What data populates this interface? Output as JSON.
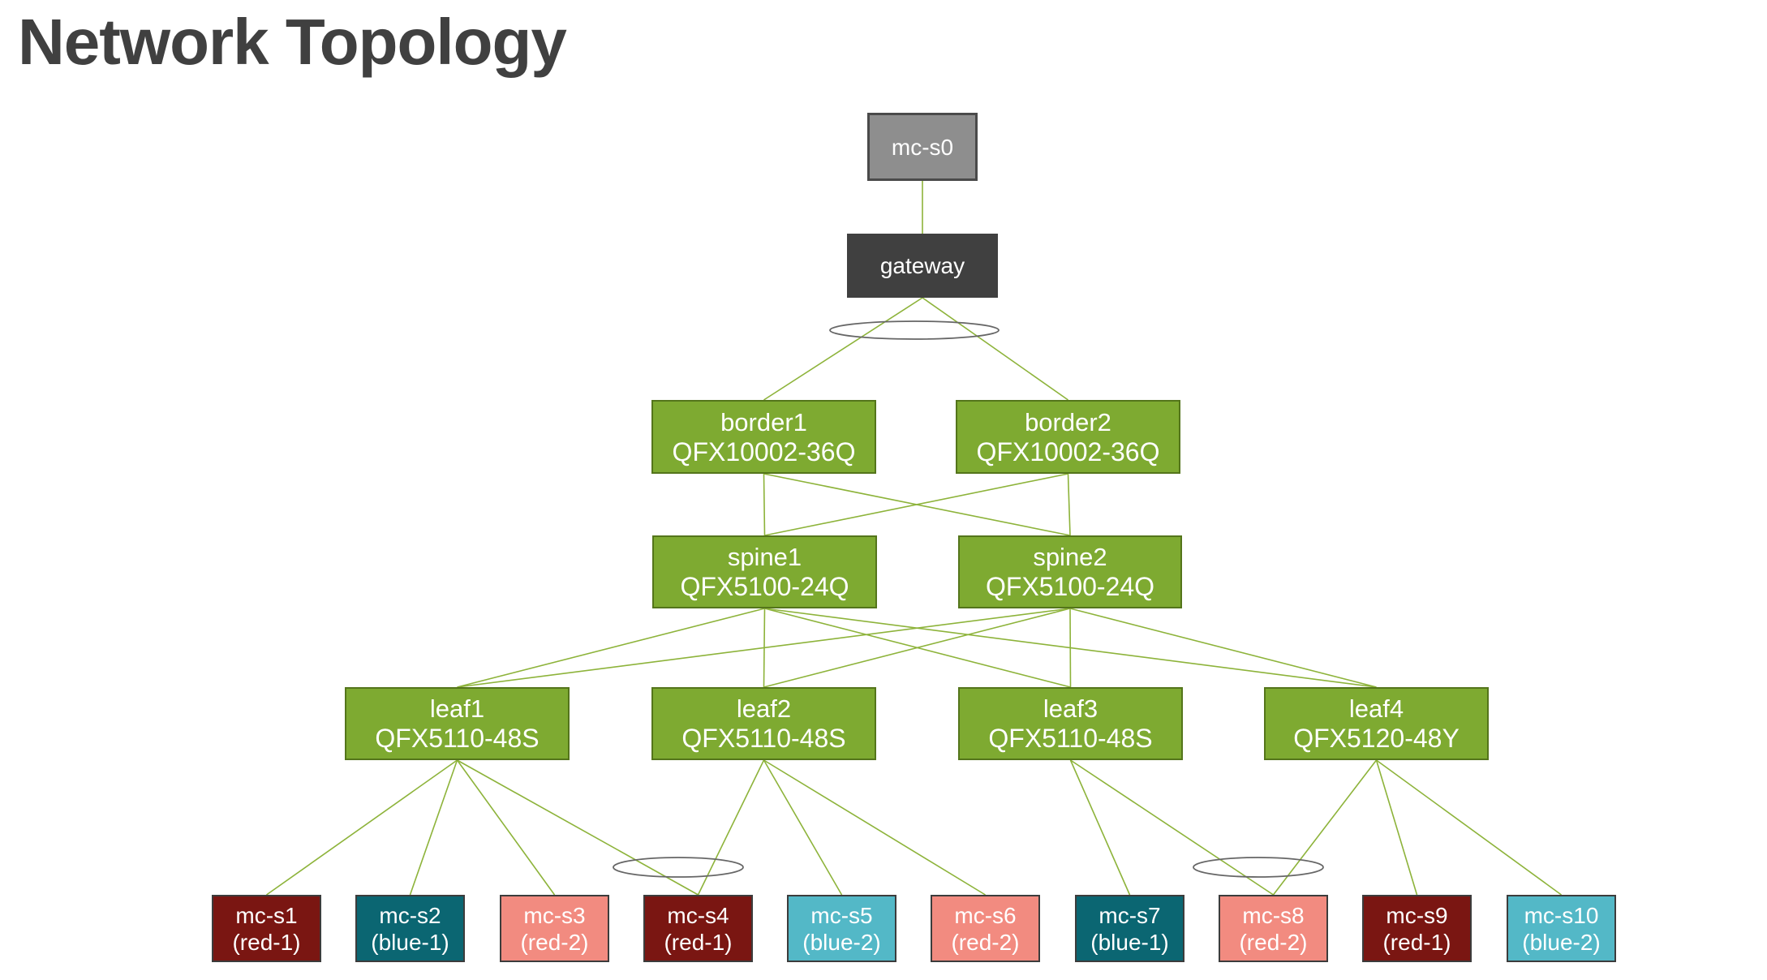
{
  "title": "Network Topology",
  "colors": {
    "link": "#8db33a",
    "lag_ring": "#666666",
    "switch_fill": "#7eaa31",
    "switch_border": "#54751b",
    "host_fill": "#8e8e8e",
    "gateway_fill": "#404040",
    "red-1": "#7a1612",
    "red-2": "#f28b80",
    "blue-1": "#0b6672",
    "blue-2": "#53b8c7"
  },
  "nodes": {
    "mc-s0": {
      "lines": [
        "mc-s0"
      ],
      "kind": "host"
    },
    "gateway": {
      "lines": [
        "gateway"
      ],
      "kind": "gateway"
    },
    "border1": {
      "lines": [
        "border1",
        "QFX10002-36Q"
      ],
      "kind": "switch"
    },
    "border2": {
      "lines": [
        "border2",
        "QFX10002-36Q"
      ],
      "kind": "switch"
    },
    "spine1": {
      "lines": [
        "spine1",
        "QFX5100-24Q"
      ],
      "kind": "switch"
    },
    "spine2": {
      "lines": [
        "spine2",
        "QFX5100-24Q"
      ],
      "kind": "switch"
    },
    "leaf1": {
      "lines": [
        "leaf1",
        "QFX5110-48S"
      ],
      "kind": "switch"
    },
    "leaf2": {
      "lines": [
        "leaf2",
        "QFX5110-48S"
      ],
      "kind": "switch"
    },
    "leaf3": {
      "lines": [
        "leaf3",
        "QFX5110-48S"
      ],
      "kind": "switch"
    },
    "leaf4": {
      "lines": [
        "leaf4",
        "QFX5120-48Y"
      ],
      "kind": "switch"
    },
    "mc-s1": {
      "lines": [
        "mc-s1",
        "(red-1)"
      ],
      "kind": "server",
      "group": "red-1"
    },
    "mc-s2": {
      "lines": [
        "mc-s2",
        "(blue-1)"
      ],
      "kind": "server",
      "group": "blue-1"
    },
    "mc-s3": {
      "lines": [
        "mc-s3",
        "(red-2)"
      ],
      "kind": "server",
      "group": "red-2"
    },
    "mc-s4": {
      "lines": [
        "mc-s4",
        "(red-1)"
      ],
      "kind": "server",
      "group": "red-1"
    },
    "mc-s5": {
      "lines": [
        "mc-s5",
        "(blue-2)"
      ],
      "kind": "server",
      "group": "blue-2"
    },
    "mc-s6": {
      "lines": [
        "mc-s6",
        "(red-2)"
      ],
      "kind": "server",
      "group": "red-2"
    },
    "mc-s7": {
      "lines": [
        "mc-s7",
        "(blue-1)"
      ],
      "kind": "server",
      "group": "blue-1"
    },
    "mc-s8": {
      "lines": [
        "mc-s8",
        "(red-2)"
      ],
      "kind": "server",
      "group": "red-2"
    },
    "mc-s9": {
      "lines": [
        "mc-s9",
        "(red-1)"
      ],
      "kind": "server",
      "group": "red-1"
    },
    "mc-s10": {
      "lines": [
        "mc-s10",
        "(blue-2)"
      ],
      "kind": "server",
      "group": "blue-2"
    }
  },
  "links": [
    [
      "mc-s0",
      "gateway"
    ],
    [
      "gateway",
      "border1"
    ],
    [
      "gateway",
      "border2"
    ],
    [
      "border1",
      "spine1"
    ],
    [
      "border1",
      "spine2"
    ],
    [
      "border2",
      "spine1"
    ],
    [
      "border2",
      "spine2"
    ],
    [
      "spine1",
      "leaf1"
    ],
    [
      "spine1",
      "leaf2"
    ],
    [
      "spine1",
      "leaf3"
    ],
    [
      "spine1",
      "leaf4"
    ],
    [
      "spine2",
      "leaf1"
    ],
    [
      "spine2",
      "leaf2"
    ],
    [
      "spine2",
      "leaf3"
    ],
    [
      "spine2",
      "leaf4"
    ],
    [
      "leaf1",
      "mc-s1"
    ],
    [
      "leaf1",
      "mc-s2"
    ],
    [
      "leaf1",
      "mc-s3"
    ],
    [
      "leaf1",
      "mc-s4"
    ],
    [
      "leaf2",
      "mc-s4"
    ],
    [
      "leaf2",
      "mc-s5"
    ],
    [
      "leaf2",
      "mc-s6"
    ],
    [
      "leaf3",
      "mc-s7"
    ],
    [
      "leaf3",
      "mc-s8"
    ],
    [
      "leaf4",
      "mc-s8"
    ],
    [
      "leaf4",
      "mc-s9"
    ],
    [
      "leaf4",
      "mc-s10"
    ]
  ],
  "lag_groups": [
    {
      "members": [
        "border1",
        "border2"
      ],
      "uplink": "gateway"
    },
    {
      "members": [
        "leaf1",
        "leaf2"
      ],
      "downlink": "mc-s4"
    },
    {
      "members": [
        "leaf3",
        "leaf4"
      ],
      "downlink": "mc-s8"
    }
  ]
}
